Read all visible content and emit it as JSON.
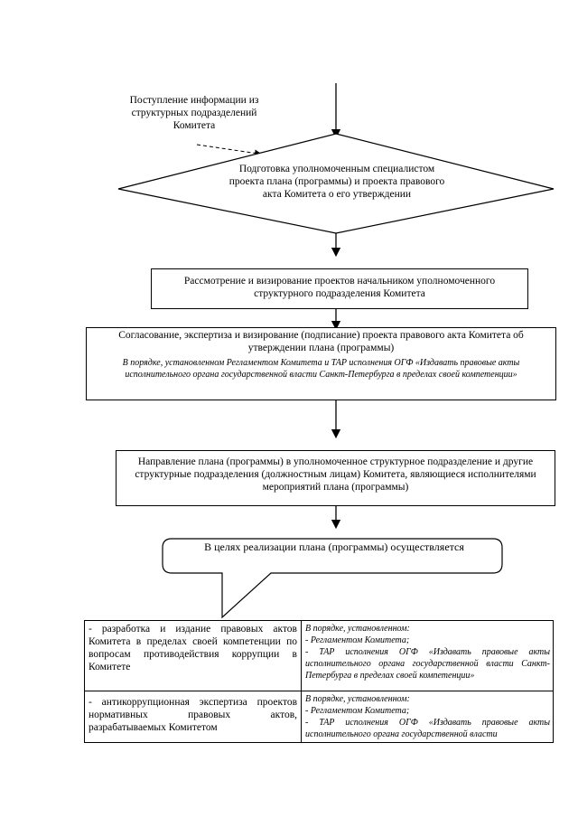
{
  "source_note": "Поступление информации из структурных подразделений Комитета",
  "step1": "Подготовка уполномоченным специалистом проекта плана (программы) и проекта правового акта Комитета о его утверждении",
  "step2": "Рассмотрение и визирование  проектов начальником уполномоченного структурного подразделения Комитета",
  "step3": {
    "title": "Согласование, экспертиза и визирование (подписание) проекта правового акта Комитета об утверждении плана (программы)",
    "note": "В порядке, установленном Регламентом Комитета и ТАР  исполнения ОГФ «Издавать правовые акты исполнительного органа государственной власти Санкт-Петербурга в пределах своей компетенции»"
  },
  "step4": "Направление плана (программы) в уполномоченное структурное подразделение и другие структурные подразделения (должностным лицам) Комитета, являющиеся исполнителями мероприятий плана (программы)",
  "callout": "В целях реализации плана (программы) осуществляется",
  "table": {
    "rows": [
      {
        "left": "- разработка и издание правовых актов Комитета в пределах своей компетенции по вопросам противодействия коррупции в Комитете",
        "right": [
          "В порядке, установленном:",
          "- Регламентом Комитета;",
          "- ТАР исполнения ОГФ «Издавать правовые акты исполнительного органа государственной власти Санкт-Петербурга в пределах своей компетенции»"
        ]
      },
      {
        "left": "- антикоррупционная экспертиза проектов нормативных правовых актов, разрабатываемых Комитетом",
        "right": [
          "В порядке, установленном:",
          "- Регламентом Комитета;",
          "- ТАР исполнения ОГФ «Издавать правовые акты исполнительного органа государственной власти"
        ]
      }
    ]
  }
}
